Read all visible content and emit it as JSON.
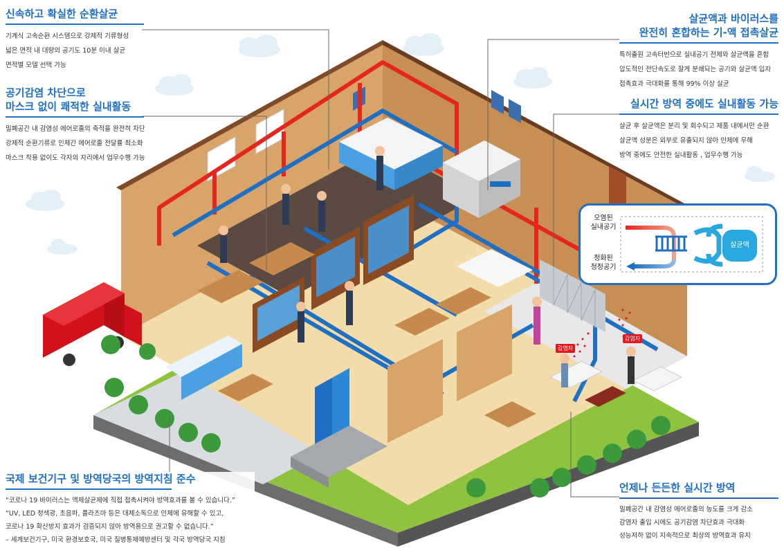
{
  "colors": {
    "accent": "#1f6fc2",
    "hot_air": "#e5261e",
    "clean_air": "#1f6fc2",
    "wall": "#d9a46a",
    "floor": "#f1dcaa"
  },
  "panels": {
    "top_left": {
      "title": "신속하고 확실한 순환살균",
      "lines": [
        "기계식 고속순환 시스템으로 강제적 기류형성",
        "넓은 면적 내 대량의 공기도 10분 이내 살균",
        "면적별 모델 선택 가능"
      ]
    },
    "mid_left": {
      "title_1": "공기감염 차단으로",
      "title_2": "마스크 없이 쾌적한 실내활동",
      "lines": [
        "밀폐공간 내 감염성 에어로졸의 축적을 완전히 차단",
        "강제적 순환기류로 인체간 에어로졸 전달률 최소화",
        "마스크 착용 없이도 각자의 자리에서 업무수행 가능"
      ]
    },
    "bottom_left": {
      "title": "국제 보건기구 및 방역당국의 방역지침 준수",
      "lines": [
        "“코로나 19 바이러스는 액체살균제에 직접 접촉시켜야 방역효과를 볼 수 있습니다.”",
        "“UV, LED 청색광, 초음파, 플라즈마 등은 대체소독으로 인체에 유해할 수 있고,",
        "코로나 19 확산방지 효과가 검증되지 않아 방역용으로 권고할 수 없습니다.”",
        "– 세계보건기구, 미국 환경보호국, 미국 질병통제예방센터 및 각국 방역당국 지침"
      ]
    },
    "top_right": {
      "title_1": "살균액과 바이러스를",
      "title_2": "완전히 혼합하는 기-액 접촉살균",
      "lines": [
        "특허출원 고속터빈으로 실내공기 전체와 살균액을 혼합",
        "압도적인 전단속도로 잘게 분쇄되는 공기와 살균액 입자",
        "접촉효과 극대화를 통해 99% 이상 살균"
      ]
    },
    "mid_right": {
      "title": "실시간 방역 중에도 실내활동 가능",
      "lines": [
        "살균 후 살균액은 분리 및 회수되고 제품 내에서만 순환",
        "살균액 성분은 외부로 유출되지 않아 인체에 무해",
        "방역 중에도 안전한 실내활동 , 업무수행 가능"
      ]
    },
    "bottom_right": {
      "title": "언제나 든든한 실시간 방역",
      "lines": [
        "밀폐공간 내 감염성 에어로졸의 농도를 크게 감소",
        "감염자 출입 시에도 공기감염 차단효과 극대화",
        "성능저하 없이 지속적으로 최상의 방역효과 유지"
      ]
    }
  },
  "callout": {
    "in_label_1": "오염된",
    "in_label_2": "실내공기",
    "out_label_1": "정화된",
    "out_label_2": "청정공기",
    "liquid_label": "살균액"
  },
  "scene": {
    "infected_tag_1": "감염자",
    "infected_tag_2": "감염자"
  }
}
